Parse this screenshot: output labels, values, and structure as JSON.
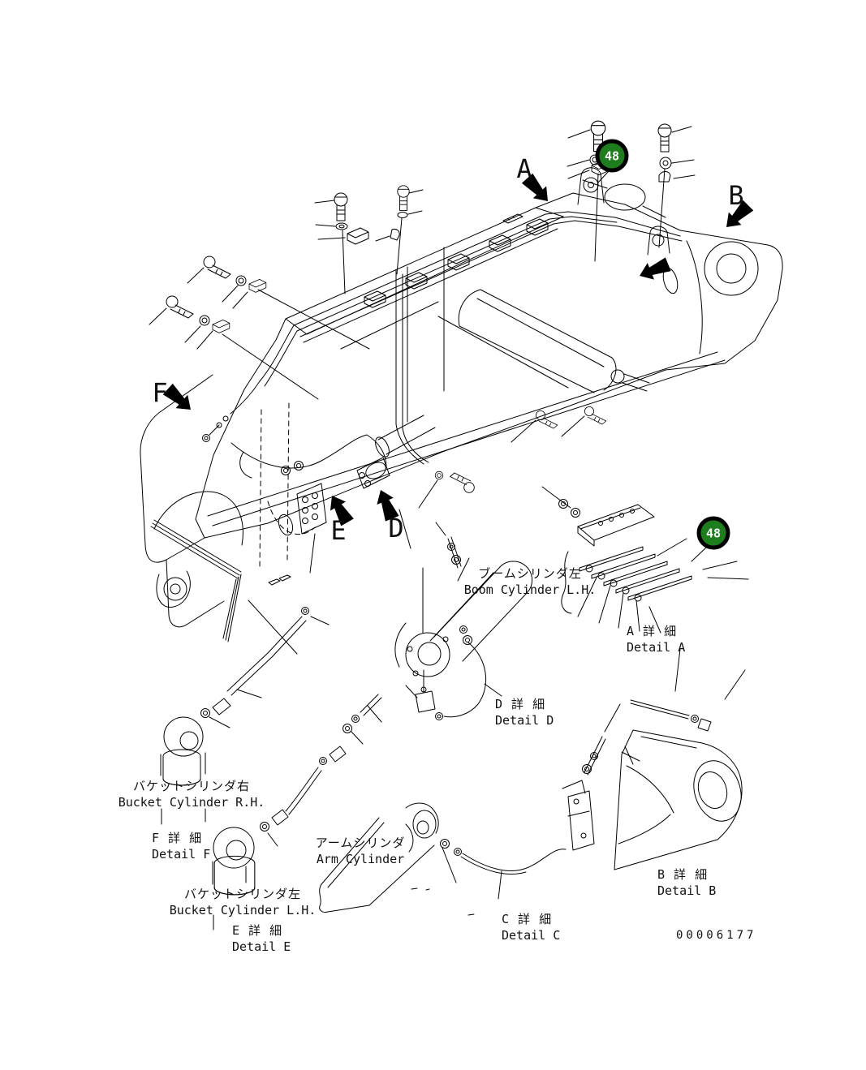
{
  "page": {
    "background": "#ffffff",
    "drawing_number": "00006177"
  },
  "callouts": {
    "badge_color": "#1e7e1e",
    "part_number_badges": [
      {
        "label": "48"
      },
      {
        "label": "48"
      }
    ],
    "section_letters": {
      "a": "A",
      "b": "B",
      "d": "D",
      "e": "E",
      "f": "F"
    }
  },
  "labels": {
    "boom_cylinder_lh": {
      "jp": "ブームシリンダ左",
      "en": "Boom Cylinder L.H."
    },
    "detail_a": {
      "jp": "A 詳 細",
      "en": "Detail A"
    },
    "detail_b": {
      "jp": "B 詳 細",
      "en": "Detail B"
    },
    "detail_c": {
      "jp": "C 詳 細",
      "en": "Detail C"
    },
    "detail_d": {
      "jp": "D 詳 細",
      "en": "Detail D"
    },
    "detail_e": {
      "jp": "E 詳 細",
      "en": "Detail E"
    },
    "detail_f": {
      "jp": "F 詳 細",
      "en": "Detail F"
    },
    "bucket_cylinder_rh": {
      "jp": "バケットシリンダ右",
      "en": "Bucket Cylinder R.H."
    },
    "bucket_cylinder_lh": {
      "jp": "バケットシリンダ左",
      "en": "Bucket Cylinder L.H."
    },
    "arm_cylinder": {
      "jp": "アームシリンダ",
      "en": "Arm Cylinder"
    }
  }
}
